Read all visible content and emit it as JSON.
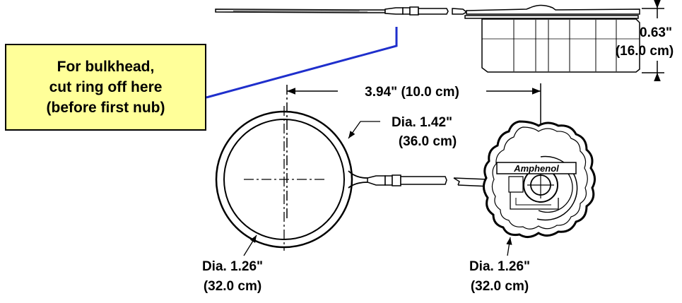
{
  "callout": {
    "line1": "For bulkhead,",
    "line2": "cut ring off here",
    "line3": "(before first nub)",
    "fill_color": "#FFFF99",
    "leader_color": "#1F2FCC"
  },
  "dimensions": {
    "height_in": "0.63\"",
    "height_cm": "(16.0 cm)",
    "length": "3.94\" (10.0 cm)",
    "ring_outer_in": "Dia. 1.42\"",
    "ring_outer_cm": "(36.0 cm)",
    "ring_inner_in": "Dia. 1.26\"",
    "ring_inner_cm": "(32.0 cm)",
    "cap_in": "Dia. 1.26\"",
    "cap_cm": "(32.0 cm)"
  },
  "cap_brand": "Amphenol"
}
